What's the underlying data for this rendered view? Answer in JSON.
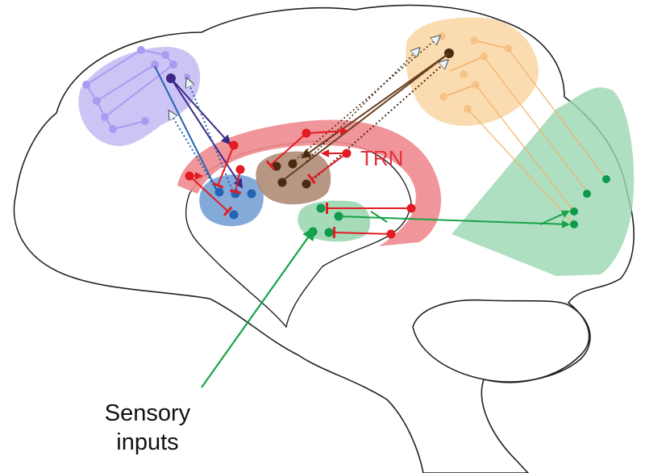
{
  "labels": {
    "trn": "TRN",
    "sensory_line1": "Sensory",
    "sensory_line2": "inputs"
  },
  "colors": {
    "outline": "#222222",
    "trn_fill": "#ee8a8e",
    "trn_text": "#e0313a",
    "red_neuron": "#e31b23",
    "purple_region": "#b9b0f2",
    "purple_neuron": "#a99cf0",
    "dark_purple_neuron": "#3d2a86",
    "blue_region": "#6f9bd3",
    "blue_neuron": "#2563b0",
    "brown_region": "#b08b77",
    "brown_neuron": "#4a2b12",
    "orange_region": "#fad6a3",
    "orange_neuron": "#f4c489",
    "green_region": "#9bd7b1",
    "green_neuron": "#0e9a4a",
    "green_arrow": "#17a347",
    "light_arrowhead": "#e8f6fb"
  }
}
